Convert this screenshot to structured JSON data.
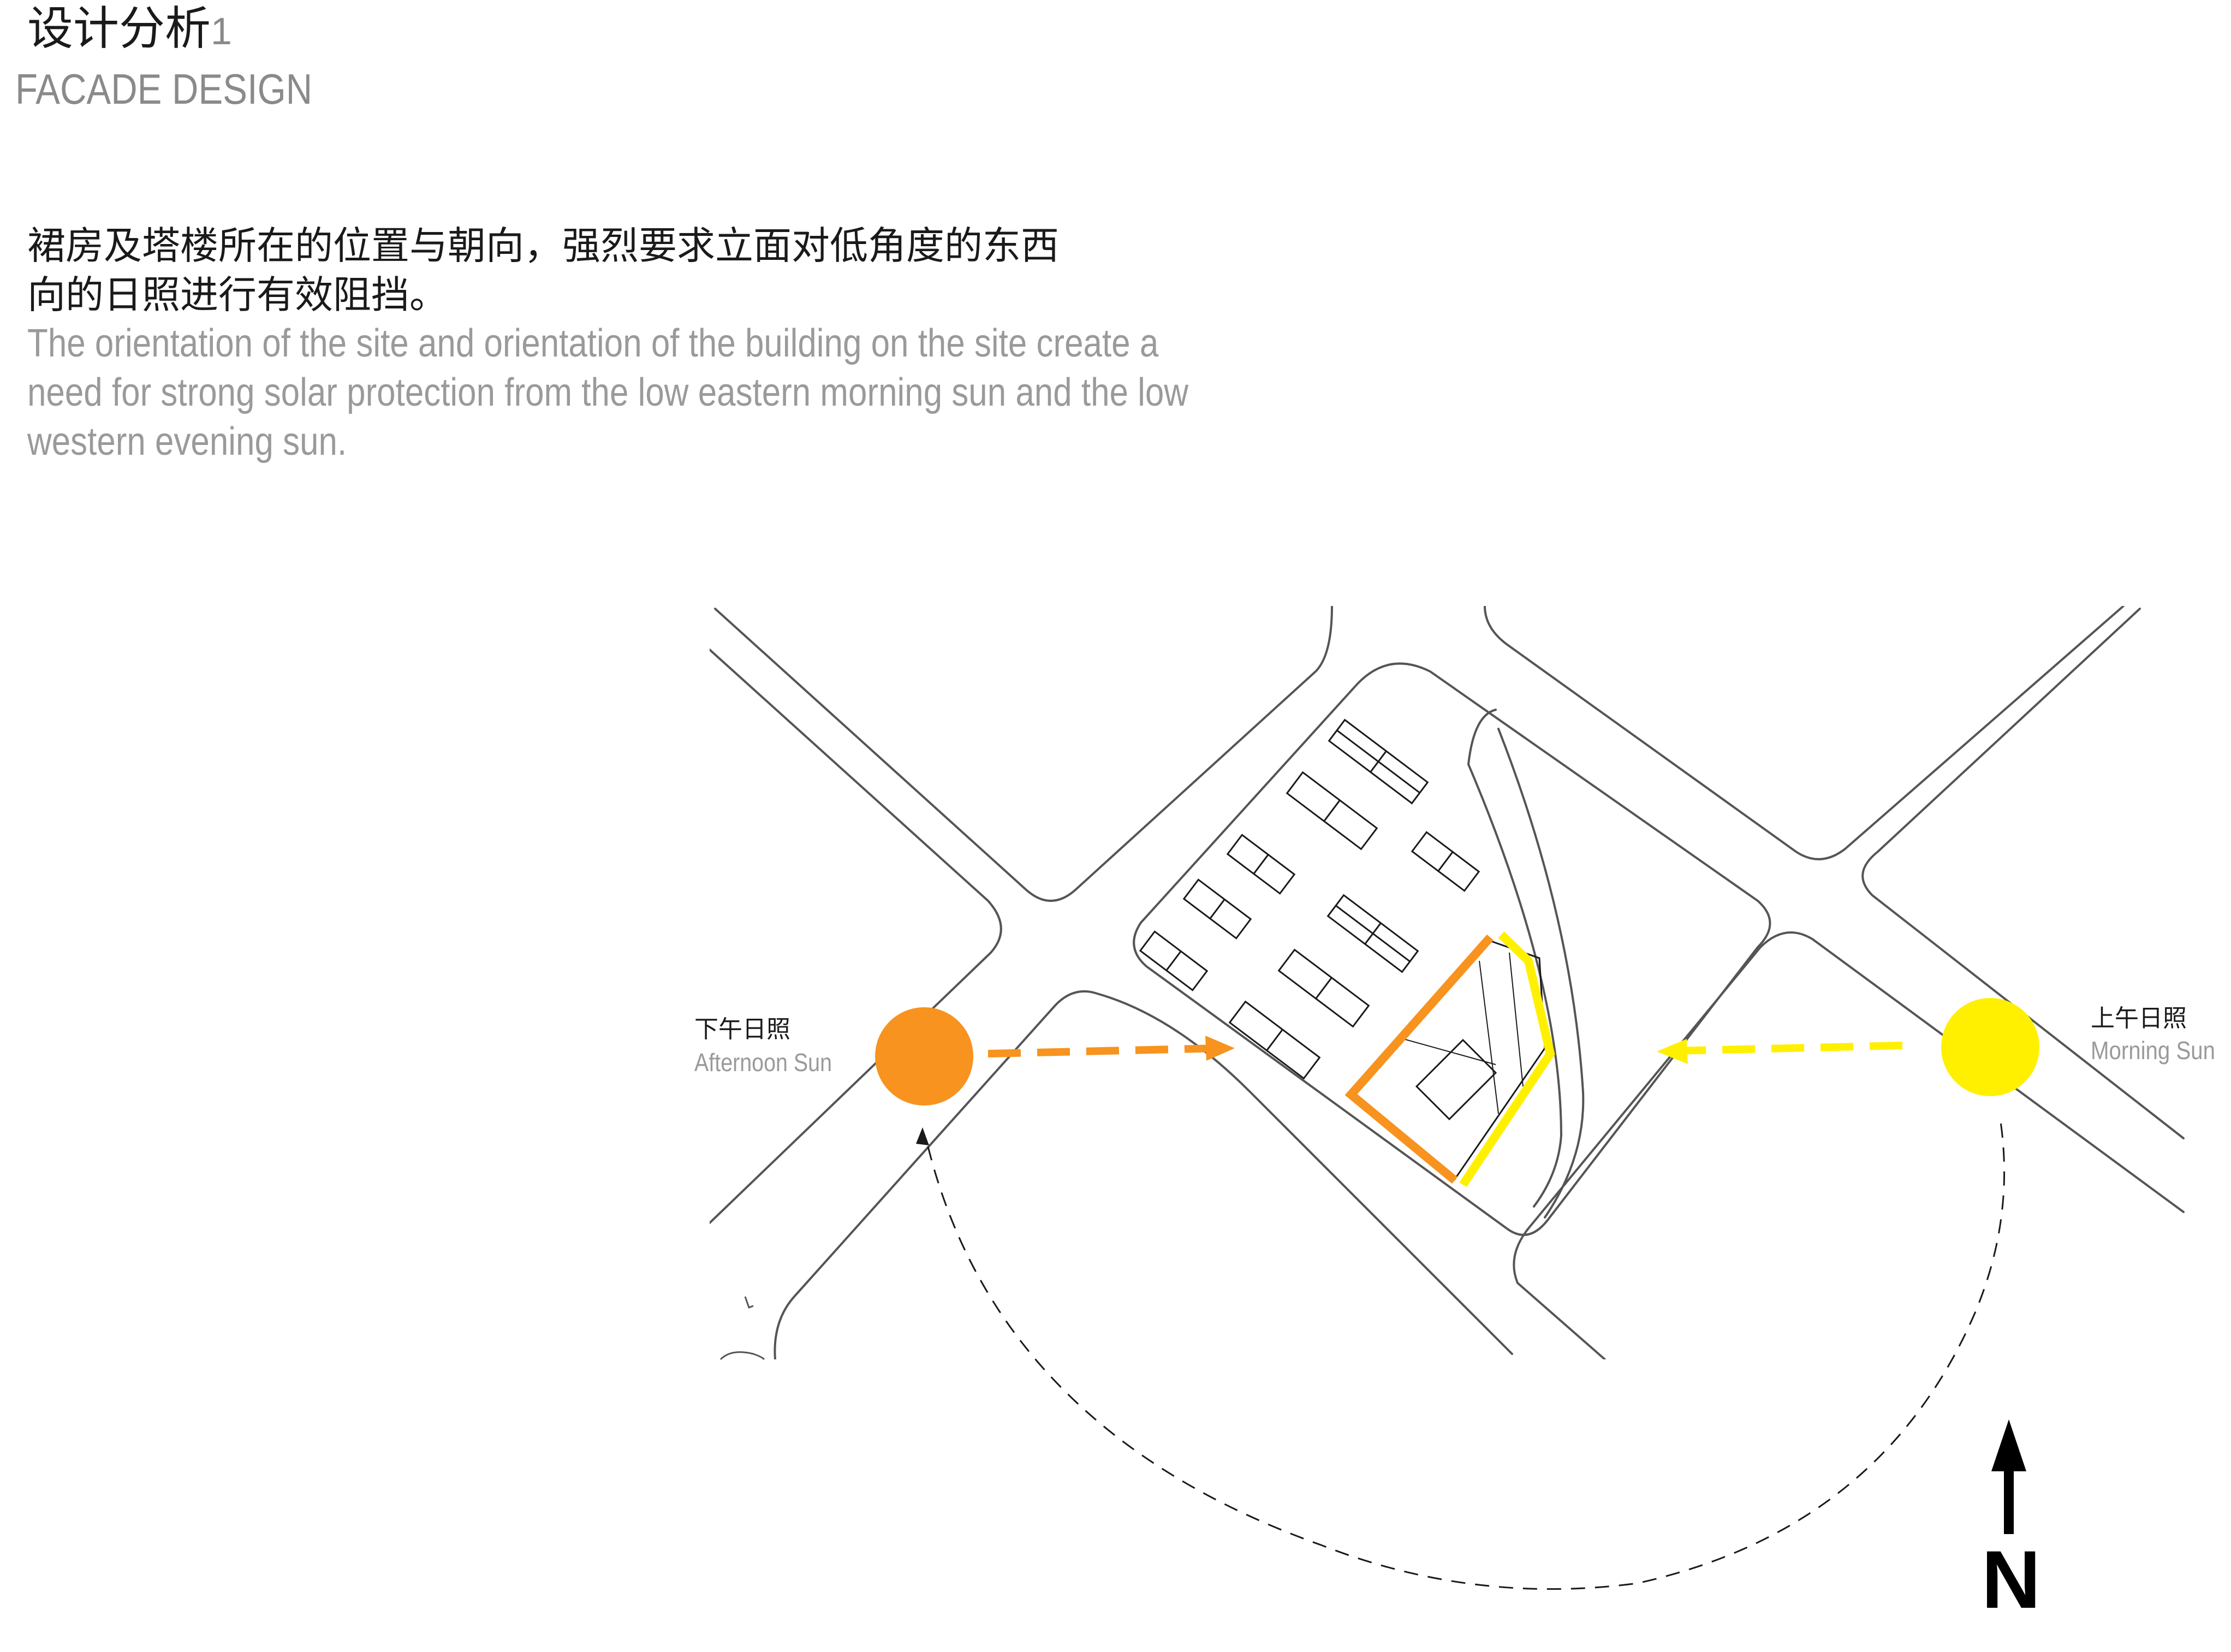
{
  "header": {
    "title_cn": "设计分析",
    "title_num": "1",
    "title_en": "FACADE DESIGN"
  },
  "description": {
    "cn_lines": [
      "裙房及塔楼所在的位置与朝向，强烈要求立面对低角度的东西",
      "向的日照进行有效阻挡。"
    ],
    "en_lines": [
      "The orientation of the site and orientation of the building on the site create a",
      "need for strong solar protection from the low eastern morning sun and the low",
      "western evening sun."
    ]
  },
  "diagram": {
    "afternoon_sun": {
      "label_cn": "下午日照",
      "label_en": "Afternoon Sun",
      "color": "#F7931E"
    },
    "morning_sun": {
      "label_cn": "上午日照",
      "label_en": "Morning Sun",
      "color": "#FFF000"
    },
    "north_label": "N"
  },
  "colors": {
    "text_dark": "#1a1a1a",
    "text_gray": "#9a9a9a",
    "road_line": "#555555",
    "afternoon": "#F7931E",
    "morning": "#FFF000"
  }
}
